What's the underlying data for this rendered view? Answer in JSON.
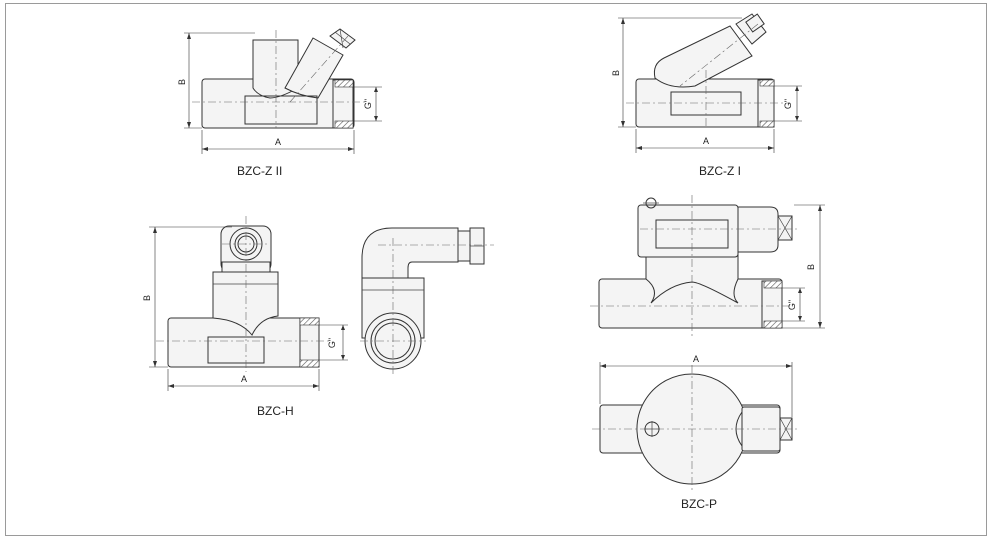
{
  "colors": {
    "line": "#333333",
    "fill": "#f4f4f4",
    "hatch": "#555555",
    "frame": "#9a9a9a"
  },
  "drawings": {
    "bzc_z2": {
      "title": "BZC-Z  II",
      "dim_a": "A",
      "dim_b": "B",
      "dim_g": "G\""
    },
    "bzc_z1": {
      "title": "BZC-Z   I",
      "dim_a": "A",
      "dim_b": "B",
      "dim_g": "G\""
    },
    "bzc_h": {
      "title": "BZC-H",
      "dim_a": "A",
      "dim_b": "B",
      "dim_g": "G\""
    },
    "bzc_p": {
      "title": "BZC-P",
      "dim_a": "A",
      "dim_b": "B",
      "dim_g": "G\""
    }
  }
}
